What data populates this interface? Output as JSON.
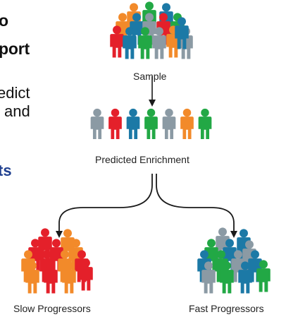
{
  "left_text": {
    "line1": "o",
    "line2": "port",
    "line3": "edict",
    "line4": "and",
    "line5": "ts"
  },
  "labels": {
    "sample": "Sample",
    "predicted": "Predicted Enrichment",
    "slow": "Slow Progressors",
    "fast": "Fast Progressors"
  },
  "colors": {
    "red": "#e4202a",
    "orange": "#f28a2a",
    "green": "#22a845",
    "blue": "#1c79a6",
    "gray": "#8b9aa4",
    "arrow": "#1a1a1a"
  }
}
